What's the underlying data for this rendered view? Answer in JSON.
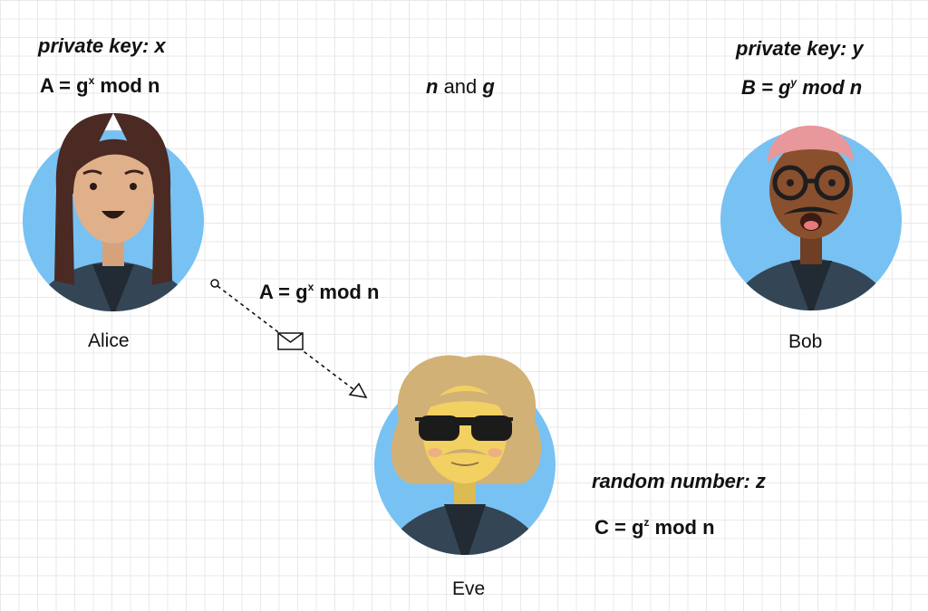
{
  "alice": {
    "name": "Alice",
    "key_label": "private key: x",
    "formula": {
      "lhs": "A = g",
      "exp": "x",
      "rhs": " mod n"
    }
  },
  "bob": {
    "name": "Bob",
    "key_label": "private key: y",
    "formula": {
      "lhs": "B = g",
      "exp": "y",
      "rhs": " mod n"
    }
  },
  "eve": {
    "name": "Eve",
    "key_label": "random number: z",
    "formula": {
      "lhs": "C = g",
      "exp": "z",
      "rhs": " mod n"
    }
  },
  "shared": {
    "n": "n",
    "and": " and ",
    "g": "g"
  },
  "message": {
    "formula": {
      "lhs": "A = g",
      "exp": "x",
      "rhs": " mod n"
    },
    "icon": "envelope-icon"
  },
  "colors": {
    "circle": "#78c1f3",
    "jacket": "#344555",
    "shirt": "#222b33"
  }
}
